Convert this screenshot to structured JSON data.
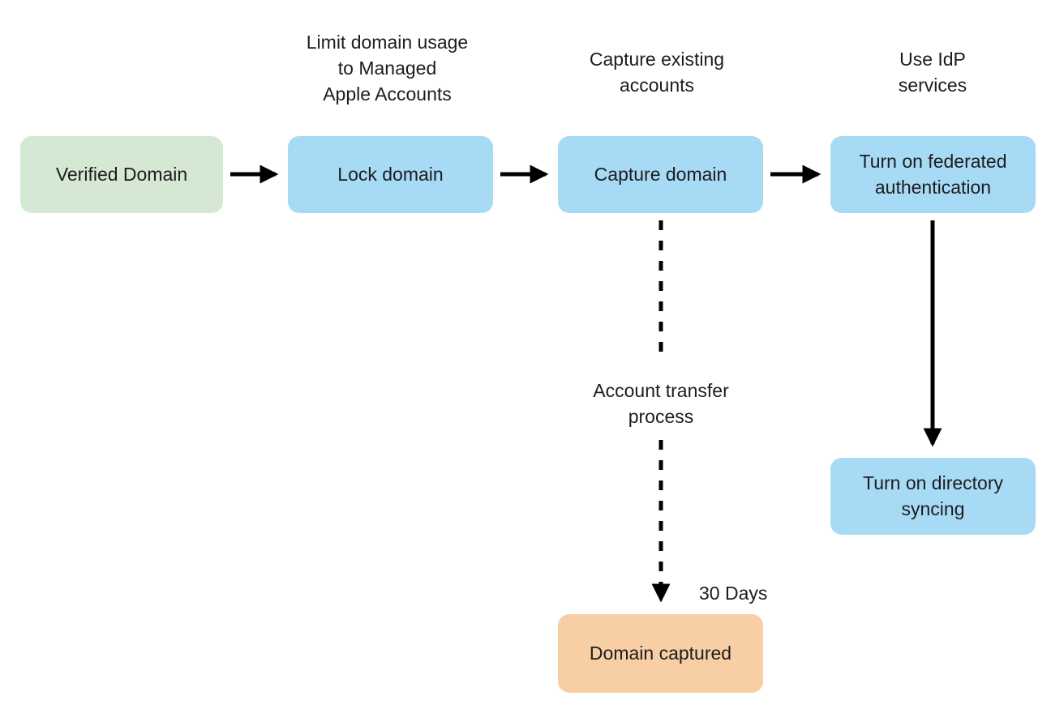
{
  "canvas": {
    "background": "#ffffff",
    "text_color": "#1d1d1f"
  },
  "colors": {
    "verified_box": "#d5e8d4",
    "process_box": "#a7daf5",
    "result_box": "#f8cfa4",
    "arrow": "#000000"
  },
  "nodes": {
    "verified_domain": {
      "label": "Verified Domain",
      "color_role": "verified_box"
    },
    "lock_domain": {
      "label": "Lock domain",
      "color_role": "process_box"
    },
    "capture_domain": {
      "label": "Capture domain",
      "color_role": "process_box"
    },
    "federated_authentication": {
      "label": "Turn on federated\nauthentication",
      "color_role": "process_box"
    },
    "directory_syncing": {
      "label": "Turn on directory\nsyncing",
      "color_role": "process_box"
    },
    "domain_captured": {
      "label": "Domain captured",
      "color_role": "result_box"
    }
  },
  "annotations": {
    "limit_domain_usage": {
      "label": "Limit domain usage\nto Managed\nApple Accounts"
    },
    "capture_existing": {
      "label": "Capture existing\naccounts"
    },
    "use_idp": {
      "label": "Use IdP\nservices"
    },
    "account_transfer": {
      "label": "Account transfer\nprocess"
    },
    "thirty_days": {
      "label": "30 Days"
    }
  },
  "edges": [
    {
      "from": "verified_domain",
      "to": "lock_domain",
      "style": "solid"
    },
    {
      "from": "lock_domain",
      "to": "capture_domain",
      "style": "solid"
    },
    {
      "from": "capture_domain",
      "to": "federated_authentication",
      "style": "solid"
    },
    {
      "from": "federated_authentication",
      "to": "directory_syncing",
      "style": "solid"
    },
    {
      "from": "capture_domain",
      "to": "domain_captured",
      "style": "dashed",
      "label": "Account transfer\nprocess",
      "annotation": "30 Days"
    }
  ]
}
